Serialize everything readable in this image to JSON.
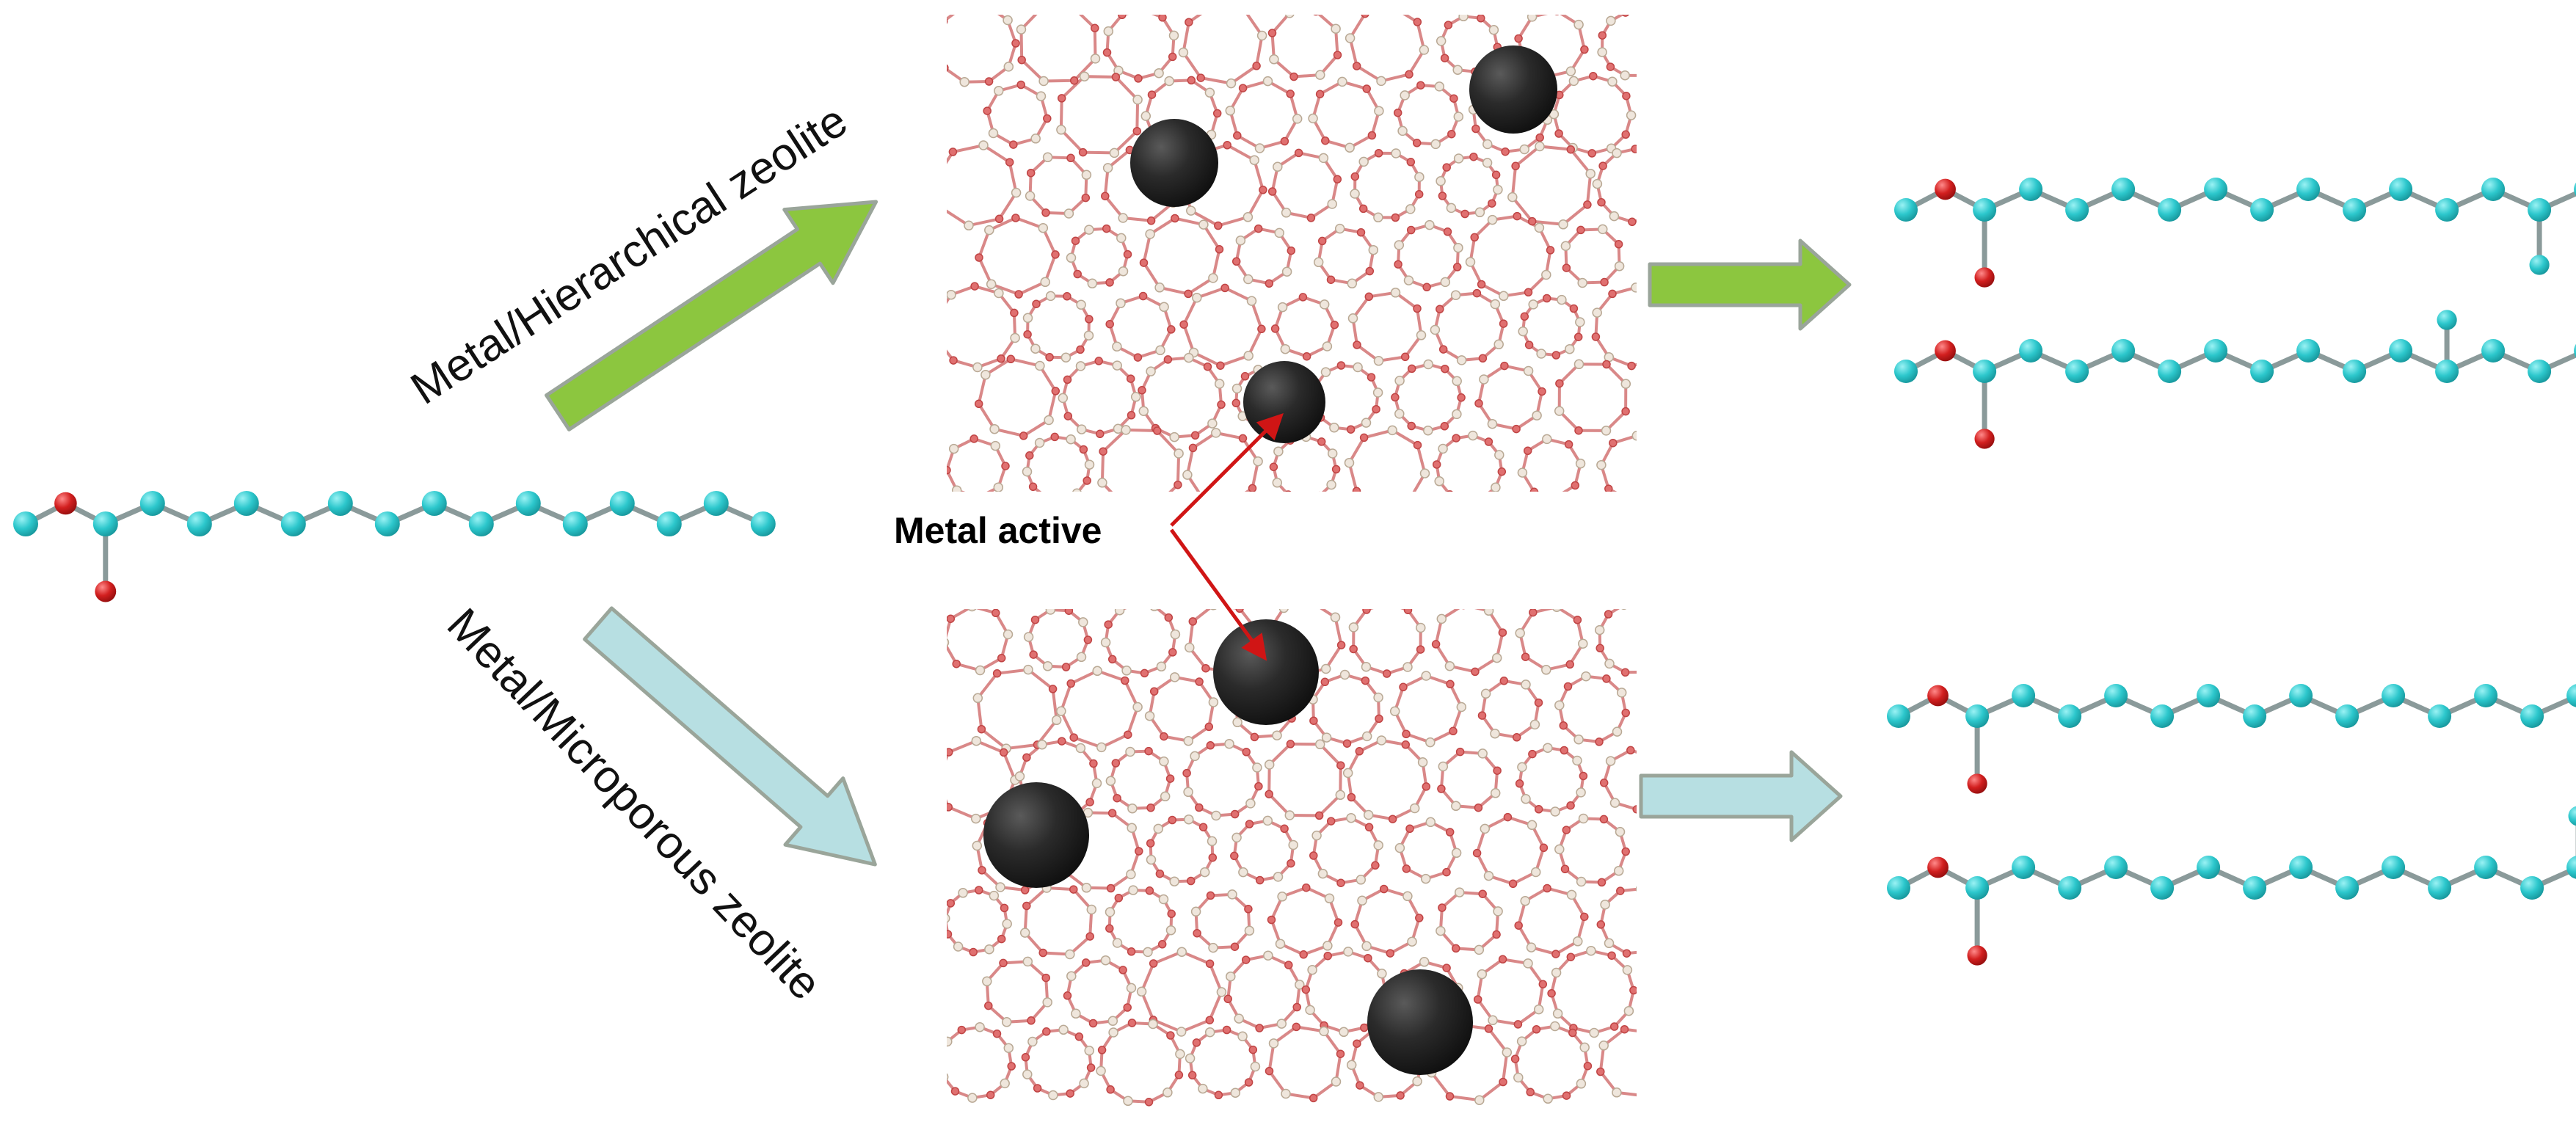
{
  "labels": {
    "hierarchical_route": "Metal/Hierarchical zeolite",
    "microporous_route": "Metal/Microporous zeolite",
    "metal_active": "Metal active"
  },
  "colors": {
    "arrow_green": "#8cc63f",
    "arrow_blue": "#b7dfe2",
    "arrow_outline": "#9aa59a",
    "carbon_atom": "#2cc7cc",
    "oxygen_atom": "#d21f1f",
    "metal_particle": "#2b2b2b",
    "framework_bond": "#d98888",
    "framework_node": "#efe6dc",
    "pointer_line": "#d01515"
  },
  "icons": {
    "arrows": "block-arrow",
    "molecules": "ball-and-stick-fatty-acid-ester",
    "frameworks": "zeolite-framework",
    "particles": "metal-nanoparticle"
  }
}
